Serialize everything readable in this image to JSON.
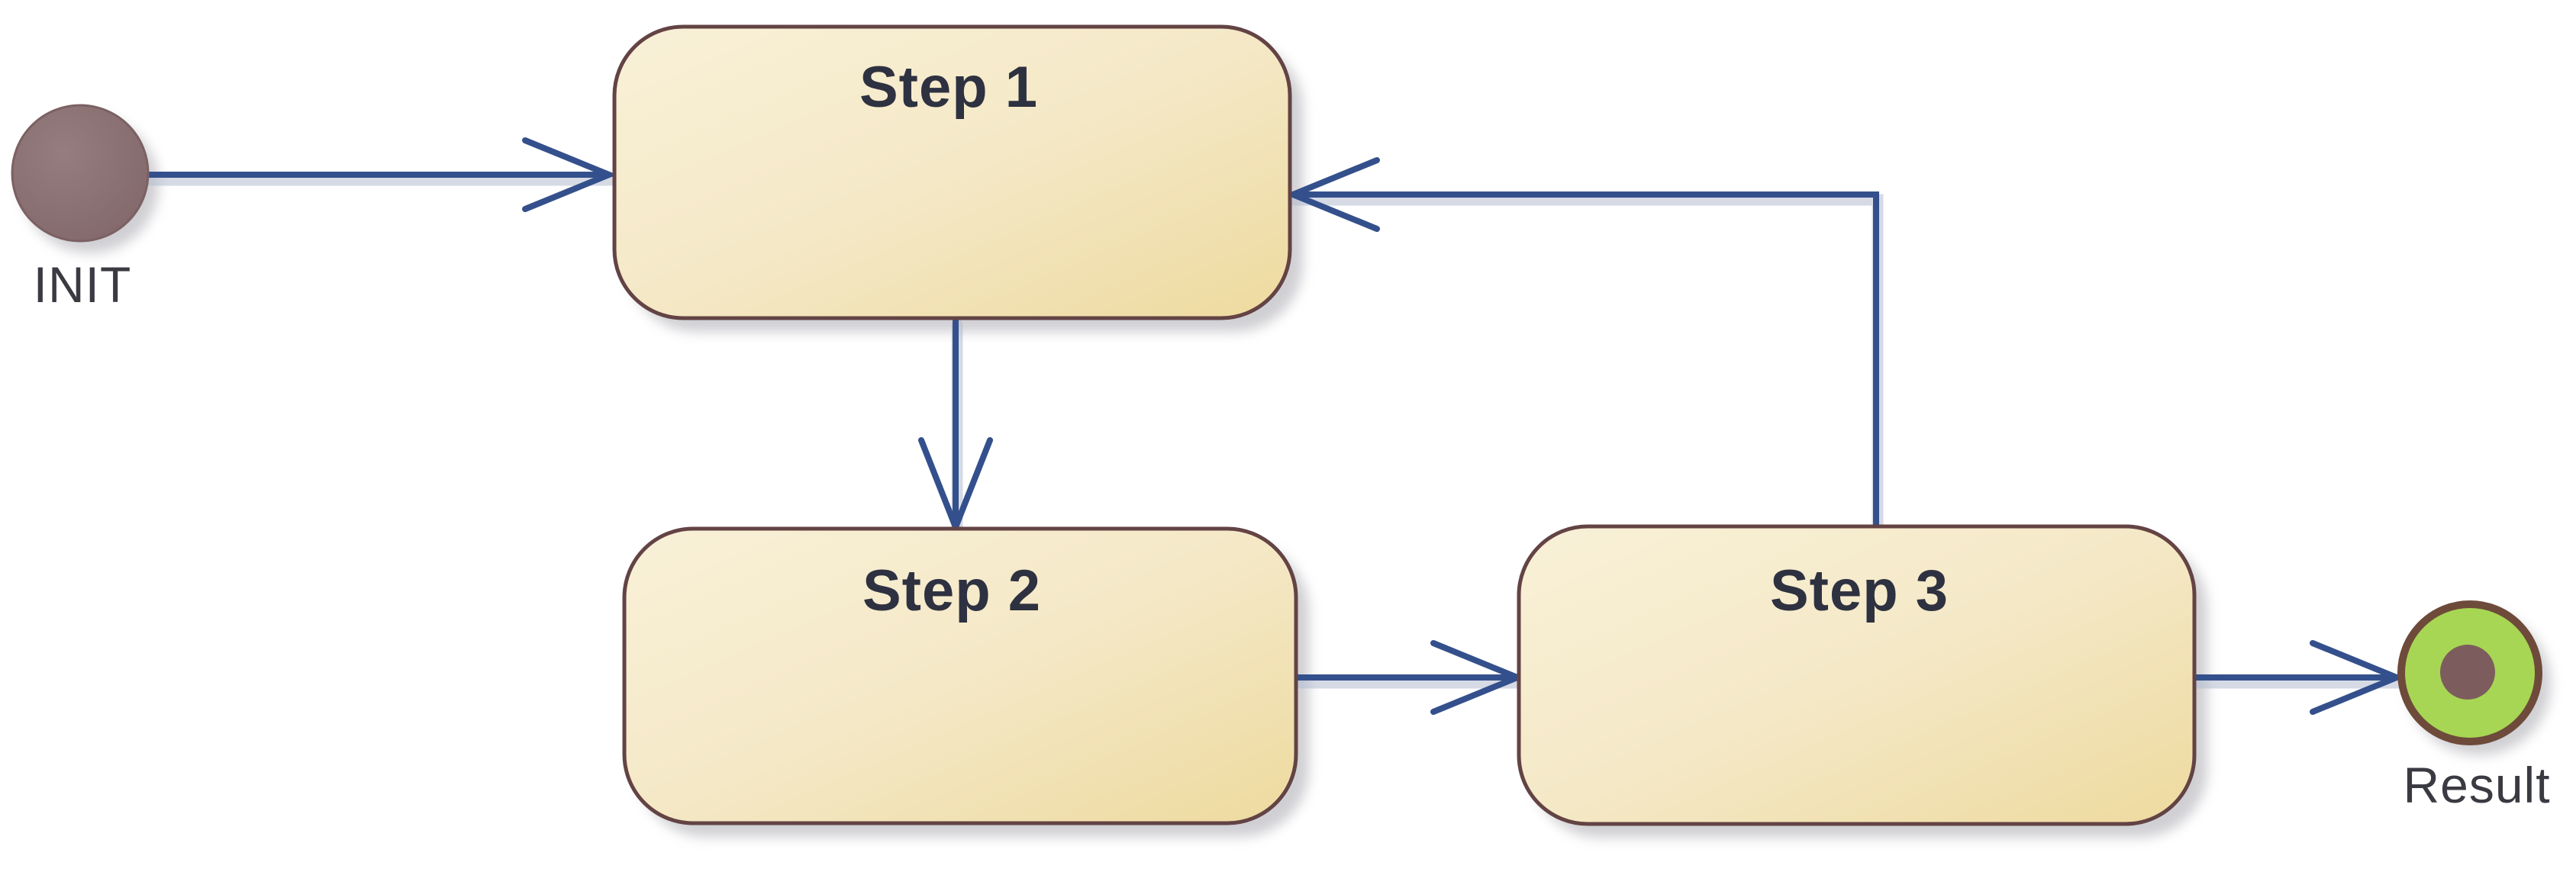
{
  "diagram": {
    "initial_node": {
      "label": "INIT"
    },
    "final_node": {
      "label": "Result"
    },
    "states": [
      {
        "id": "step1",
        "label": "Step 1"
      },
      {
        "id": "step2",
        "label": "Step 2"
      },
      {
        "id": "step3",
        "label": "Step 3"
      }
    ],
    "transitions": [
      {
        "from": "INIT",
        "to": "Step 1"
      },
      {
        "from": "Step 1",
        "to": "Step 2"
      },
      {
        "from": "Step 2",
        "to": "Step 3"
      },
      {
        "from": "Step 3",
        "to": "Step 1"
      },
      {
        "from": "Step 3",
        "to": "Result"
      }
    ],
    "colors": {
      "background": "#ffffff",
      "state_fill_light": "#f9f1d8",
      "state_fill_mid": "#f4e8c6",
      "state_fill_dark": "#eeda9f",
      "state_border": "#634344",
      "connector": "#34508c",
      "connector_halo": "#b3bccf",
      "shadow": "#a0a0a8",
      "initial_fill_light": "#967d7e",
      "initial_fill_dark": "#816769",
      "initial_border": "#7b6163",
      "final_ring": "#a7d654",
      "final_border": "#6e4a3b",
      "final_core": "#7d5c5e",
      "state_label_text": "#2e3140",
      "node_label_text": "#3a3a42"
    }
  }
}
